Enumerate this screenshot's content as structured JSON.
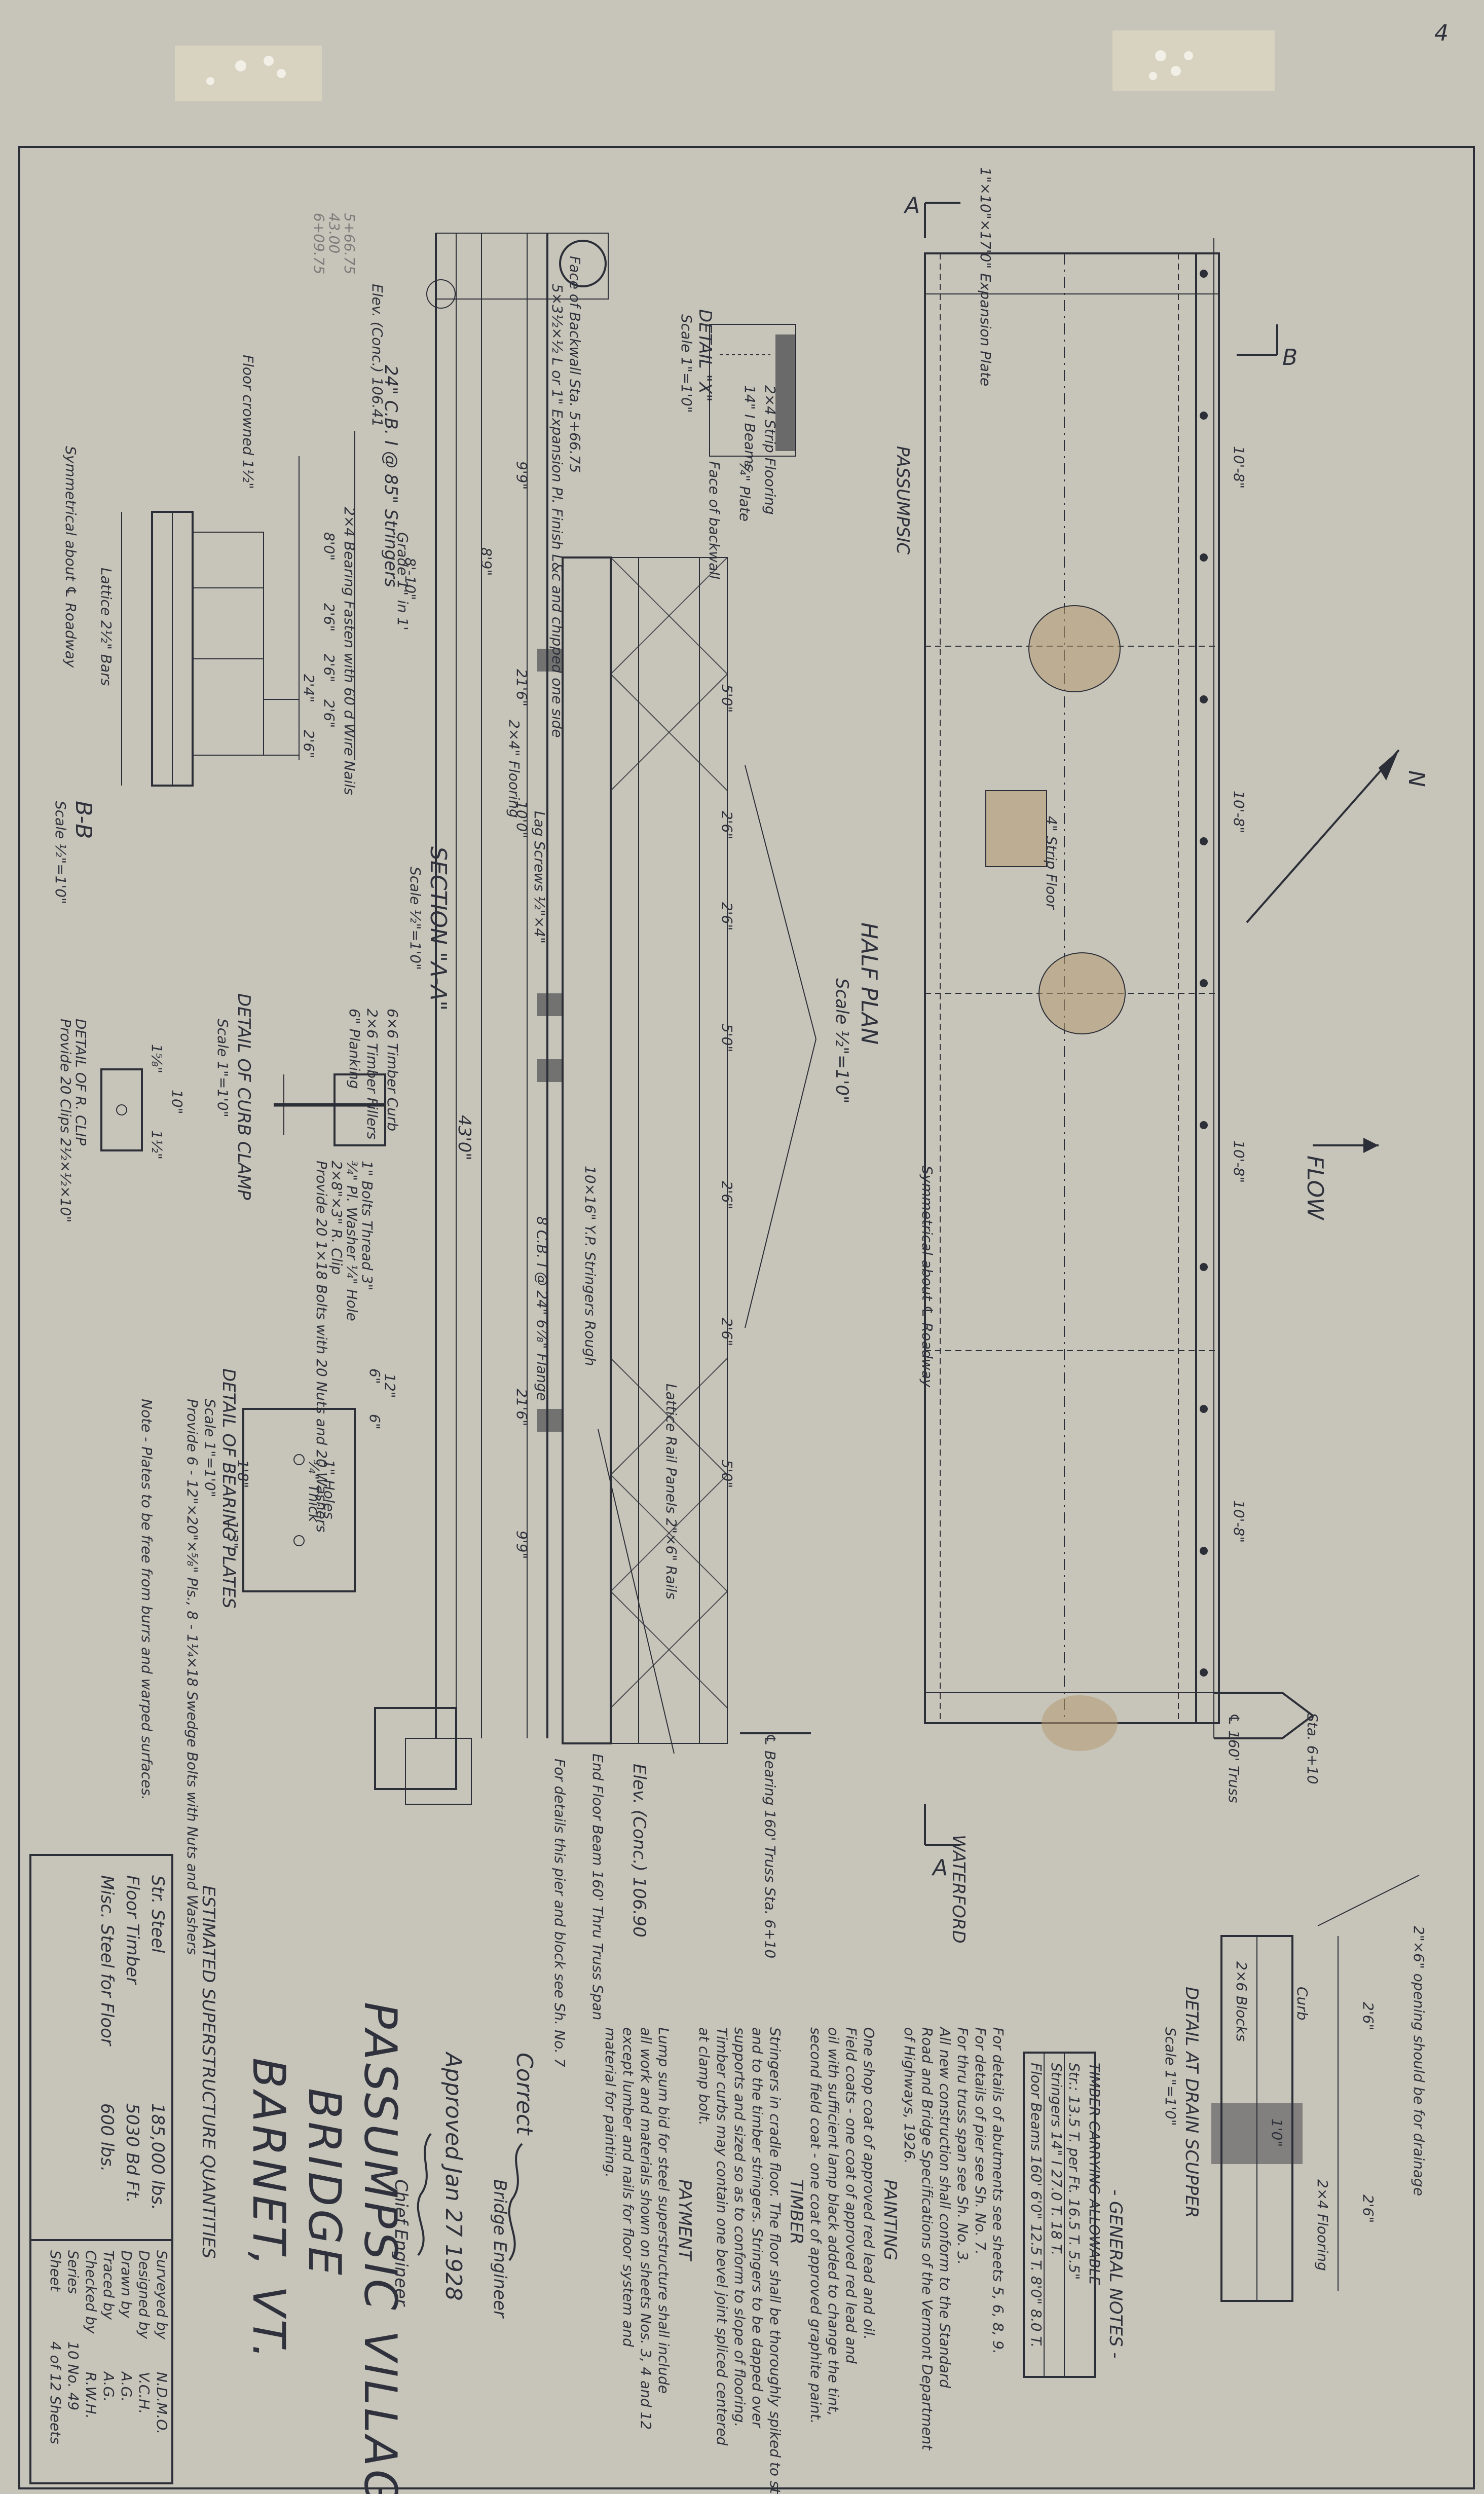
{
  "sheet": {
    "paper_color": "#c7c4b9",
    "ink_color": "#2b2e38",
    "corner_mark": "4"
  },
  "plan": {
    "title": "HALF PLAN",
    "scale": "Scale ½\"=1'0\"",
    "section_marks": {
      "a_top": "A",
      "a_bottom": "A",
      "b_right": "B"
    },
    "passumpsic": "PASSUMPSIC",
    "waterford": "WATERFORD",
    "expansion_plate": "1\"×10\"×17'0\" Expansion Plate",
    "strip_floor": "4\" Strip Floor",
    "symmetrical": "Symmetrical about ℄ Roadway",
    "flow": "FLOW",
    "north": "N",
    "panel_dims": [
      "10'-8\"",
      "10'-8\"",
      "10'-8\"",
      "10'-8\""
    ],
    "station": "Sta. 6+10",
    "truss": "℄ 160' Truss"
  },
  "section_aa": {
    "title": "SECTION \"A-A\"",
    "scale": "Scale ½\"=1'0\"",
    "backwall": "Face of Backwall Sta. 5+66.75",
    "expansion_angles": "5×3½×½ L or 1\" Expansion Pl. Finish L&c and chipped one side",
    "strip_flooring": "2×4 Strip Flooring",
    "i_beams": "14\" I Beams",
    "stringers": "24\" C.B. I @ 85\" Stringers",
    "flooring": "2×4\" Flooring",
    "lag_screws": "Lag Screws ½\"×4\"",
    "lattice_rail": "Lattice Rail Panels 2\"×6\" Rails",
    "yp_stringers": "10×16\" Y.P. Stringers Rough",
    "floor_beam": "8 C.B. I @ 24\" 6⅞\" Flange",
    "end_floor_beam": "End Floor Beam 160' Thru Truss Span",
    "detail_note": "For details this pier and block see Sh. No. 7",
    "elev_left": "Elev. (Conc.) 106.41",
    "elev_right": "Elev. (Conc.) 106.90",
    "grade": "Grade 1\" in 1'",
    "bearing_truss": "℄ Bearing 160' Truss Sta. 6+10",
    "overall": "43'0\"",
    "segments": [
      "9'9\"",
      "21'6\"",
      "10'0\"",
      "21'6\"",
      "9'9\"",
      "8'9\""
    ],
    "rail_spaces": [
      "5'0\"",
      "2'6\"",
      "2'6\"",
      "5'0\"",
      "2'6\"",
      "2'6\"",
      "5'0\""
    ]
  },
  "detail_x": {
    "title": "DETAIL \"X\"",
    "scale": "Scale 1\"=1'0\"",
    "face": "Face of backwall",
    "plate": "¾\" Plate"
  },
  "section_bb": {
    "title": "B-B",
    "scale": "Scale ½\"=1'0\"",
    "symmetrical": "Symmetrical about ℄ Roadway",
    "floor_crowned": "Floor crowned 1½\"",
    "lattice": "Lattice 2½\" Bars",
    "bearing_note": "2×4 Bearing Fasten with 60 d Wire Nails",
    "dims": [
      "8'0\"",
      "2'6\"",
      "2'6\"",
      "2'6\"",
      "2'6\"",
      "2'4\""
    ],
    "overall": "8'-10\""
  },
  "curb_clamp": {
    "title": "DETAIL OF CURB CLAMP",
    "scale": "Scale 1\"=1'0\"",
    "notes": [
      "6×6 Timber Curb",
      "2×6 Timber Fillers",
      "6\" Planking"
    ],
    "bolt_notes": [
      "1\" Bolts Thread 3\"",
      "¾\" Pl. Washer ¼\" Hole",
      "2×8\"×3\" R. Clip",
      "Provide 20 1×18 Bolts with 20 Nuts and 20 Washers"
    ]
  },
  "r_clip": {
    "title": "DETAIL OF R. CLIP",
    "provide": "Provide 20 Clips 2½×½×10\"",
    "dims": [
      "10\"",
      "1⅝\"",
      "1½\""
    ]
  },
  "bearing_plates": {
    "title": "DETAIL OF BEARING PLATES",
    "scale": "Scale 1\"=1'0\"",
    "provide": "Provide 6 - 12\"×20\"×⅝\" Pls., 8 - 1¼×18 Swedge Bolts with Nuts and Washers",
    "note": "Note - Plates to be free from burrs and warped surfaces.",
    "hole": "1\" Holes",
    "thick": "¾\" Thick",
    "dims": [
      "12\"",
      "6\"",
      "6\"",
      "1'8\"",
      "1'3\""
    ]
  },
  "drain_scupper": {
    "title": "DETAIL AT DRAIN SCUPPER",
    "scale": "Scale 1\"=1'0\"",
    "opening_note": "2\"×6\" opening should be for drainage",
    "curb": "Curb",
    "blocks": "2×6 Blocks",
    "flooring": "2×4 Flooring",
    "dims": [
      "2'6\"",
      "2'6\"",
      "1'0\""
    ]
  },
  "general_notes": {
    "heading": "- GENERAL NOTES -",
    "lines": [
      "For details of abutments see sheets 5, 6, 8, 9.",
      "For details of pier see Sh. No. 7.",
      "For thru truss span see Sh. No. 3.",
      "All new construction shall conform to the Standard",
      "Road and Bridge Specifications of the Vermont Department",
      "of Highways, 1926.",
      "PAINTING",
      "One shop coat of approved red lead and oil.",
      "Field coats - one coat of approved red lead and",
      "oil with sufficient lamp black added to change the tint,",
      "second field coat - one coat of approved graphite paint.",
      "TIMBER",
      "Stringers in cradle floor. The floor shall be thoroughly spiked to stiffen",
      "and to the timber stringers. Stringers to be dapped over",
      "supports and sized so as to conform to slope of flooring.",
      "Timber curbs may contain one bevel joint spliced centered",
      "at clamp bolt.",
      "PAYMENT",
      "Lump sum bid for steel superstructure shall include",
      "all work and materials shown on sheets Nos. 3, 4 and 12",
      "except lumber and nails for floor system and",
      "material for painting."
    ],
    "load_table": {
      "title": "TIMBER CARRYING ALLOWABLE",
      "rows": [
        "Str.: 13.5 T. per Ft. 16.5 T. 5.5\"",
        "Stringers 14\" I 27.0 T. 18 T.",
        "Floor Beams 160' 6'0\" 12.5 T. 8'0\" 8.0 T."
      ]
    }
  },
  "approvals": {
    "correct": "Correct",
    "bridge_engineer": "Bridge Engineer",
    "approved": "Approved Jan 27 1928",
    "chief_engineer": "Chief Engineer"
  },
  "title_block": {
    "project": [
      "PASSUMPSIC VILLAGE",
      "BRIDGE",
      "BARNET, VT."
    ],
    "quantities_title": "ESTIMATED SUPERSTRUCTURE QUANTITIES",
    "quantities": [
      {
        "item": "Str. Steel",
        "qty": "185,000 lbs."
      },
      {
        "item": "Floor Timber",
        "qty": "5030 Bd Ft."
      },
      {
        "item": "Misc. Steel for Floor",
        "qty": "600 lbs."
      }
    ],
    "credits": [
      {
        "label": "Surveyed by",
        "value": "N.D.M.O."
      },
      {
        "label": "Designed by",
        "value": "V.C.H."
      },
      {
        "label": "Drawn by",
        "value": "A.G."
      },
      {
        "label": "Traced by",
        "value": "A.G."
      },
      {
        "label": "Checked by",
        "value": "R.W.H."
      },
      {
        "label": "Series",
        "value": "10  No. 49"
      },
      {
        "label": "Sheet",
        "value": "4 of 12 Sheets"
      }
    ]
  },
  "pencil_marks": [
    "5+66.75",
    "43.00",
    "6+09.75"
  ]
}
